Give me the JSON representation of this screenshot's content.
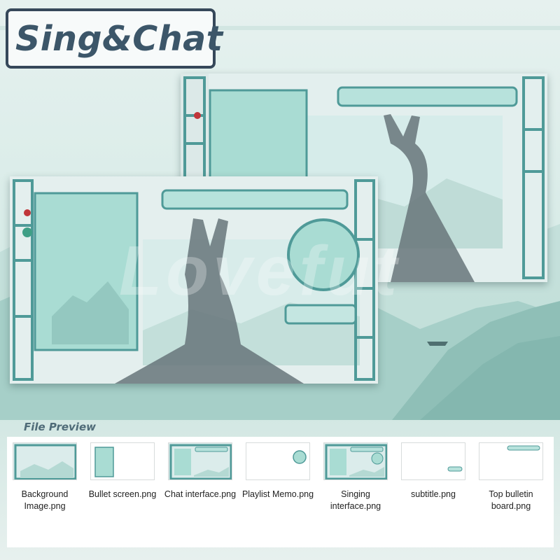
{
  "header": {
    "title": "Sing&Chat"
  },
  "watermark": {
    "text": "Lovefut"
  },
  "preview": {
    "label": "File Preview"
  },
  "files": [
    {
      "name": "Background Image.png",
      "icon": "background-thumbnail"
    },
    {
      "name": "Bullet screen.png",
      "icon": "bullet-screen-thumbnail"
    },
    {
      "name": "Chat interface.png",
      "icon": "chat-interface-thumbnail"
    },
    {
      "name": "Playlist Memo.png",
      "icon": "playlist-memo-thumbnail"
    },
    {
      "name": "Singing interface.png",
      "icon": "singing-interface-thumbnail"
    },
    {
      "name": "subtitle.png",
      "icon": "subtitle-thumbnail"
    },
    {
      "name": "Top bulletin board.png",
      "icon": "top-bulletin-board-thumbnail"
    }
  ],
  "colors": {
    "accent": "#3c5669",
    "teal_frame": "#4f9a98",
    "panel_fill": "#a9dcd3",
    "silhouette": "#67757a"
  }
}
